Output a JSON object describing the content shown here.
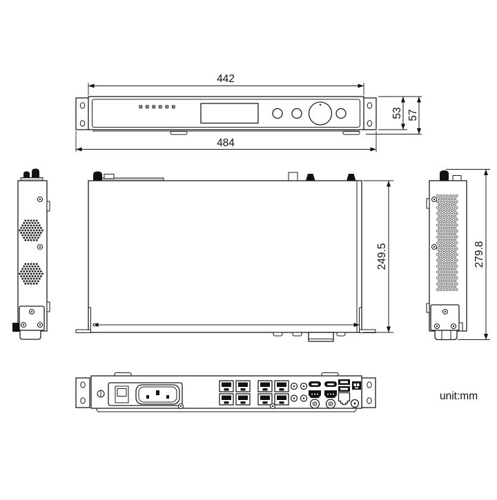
{
  "unit_note": "unit:mm",
  "dimensions": {
    "front_panel_width": "442",
    "overall_width": "484",
    "chassis_height": "53",
    "overall_height": "57",
    "chassis_depth": "249.5",
    "overall_depth": "279.8"
  },
  "colors": {
    "line": "#1a1a1a",
    "background": "#ffffff"
  },
  "views": {
    "front": {
      "indicator_leds": 6,
      "display": "lcd-display",
      "controls": [
        "button",
        "button",
        "jog-knob",
        "button"
      ]
    },
    "top": {
      "fittings": [
        "antenna-connector",
        "clip",
        "rail-strip",
        "slot",
        "antenna-connector",
        "antenna-connector"
      ]
    },
    "left_side": {
      "vents": 2,
      "screws": 5,
      "rack_ear": true
    },
    "right_side": {
      "vents": 1,
      "screws": 5,
      "rack_ear": true
    },
    "rear": {
      "ports": [
        "power-switch",
        "ac-inlet",
        "rj45-quad",
        "rj45-quad",
        "audio-jack-x4",
        "usb-c",
        "hdmi",
        "rf-connector",
        "usb-c",
        "hdmi",
        "rf-connector",
        "usb-a-x2",
        "rj45",
        "terminal-block",
        "dc-connector"
      ]
    }
  }
}
